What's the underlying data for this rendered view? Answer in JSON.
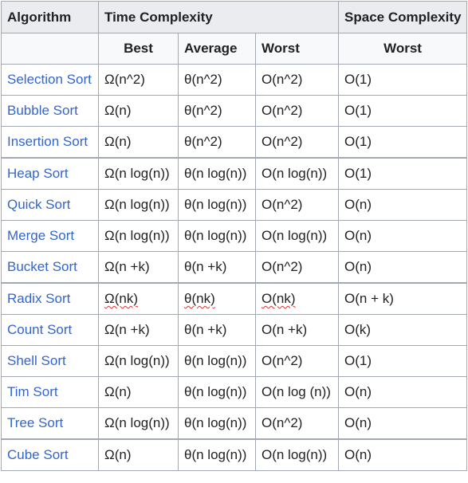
{
  "headers": {
    "algorithm": "Algorithm",
    "time_complexity": "Time Complexity",
    "space_complexity": "Space Complexity",
    "best": "Best",
    "average": "Average",
    "worst": "Worst",
    "space_worst": "Worst"
  },
  "rows": [
    {
      "name": "Selection Sort",
      "best": "Ω(n^2)",
      "average": "θ(n^2)",
      "worst": "O(n^2)",
      "space": "O(1)"
    },
    {
      "name": "Bubble Sort",
      "best": "Ω(n)",
      "average": "θ(n^2)",
      "worst": "O(n^2)",
      "space": "O(1)"
    },
    {
      "name": "Insertion Sort",
      "best": "Ω(n)",
      "average": "θ(n^2)",
      "worst": "O(n^2)",
      "space": "O(1)"
    },
    {
      "name": "Heap Sort",
      "best": "Ω(n log(n))",
      "average": "θ(n log(n))",
      "worst": "O(n log(n))",
      "space": "O(1)"
    },
    {
      "name": "Quick Sort",
      "best": "Ω(n log(n))",
      "average": "θ(n log(n))",
      "worst": "O(n^2)",
      "space": "O(n)"
    },
    {
      "name": "Merge Sort",
      "best": "Ω(n log(n))",
      "average": "θ(n log(n))",
      "worst": "O(n log(n))",
      "space": "O(n)"
    },
    {
      "name": "Bucket Sort",
      "best": "Ω(n +k)",
      "average": "θ(n +k)",
      "worst": "O(n^2)",
      "space": "O(n)"
    },
    {
      "name": "Radix Sort",
      "best": "Ω(nk)",
      "average": "θ(nk)",
      "worst": "O(nk)",
      "space": "O(n + k)"
    },
    {
      "name": "Count Sort",
      "best": "Ω(n +k)",
      "average": "θ(n +k)",
      "worst": "O(n +k)",
      "space": "O(k)"
    },
    {
      "name": "Shell Sort",
      "best": "Ω(n log(n))",
      "average": "θ(n log(n))",
      "worst": "O(n^2)",
      "space": "O(1)"
    },
    {
      "name": "Tim Sort",
      "best": "Ω(n)",
      "average": "θ(n log(n))",
      "worst": "O(n log (n))",
      "space": "O(n)"
    },
    {
      "name": "Tree Sort",
      "best": "Ω(n log(n))",
      "average": "θ(n log(n))",
      "worst": "O(n^2)",
      "space": "O(n)"
    },
    {
      "name": "Cube Sort",
      "best": "Ω(n)",
      "average": "θ(n log(n))",
      "worst": "O(n log(n))",
      "space": "O(n)"
    }
  ]
}
